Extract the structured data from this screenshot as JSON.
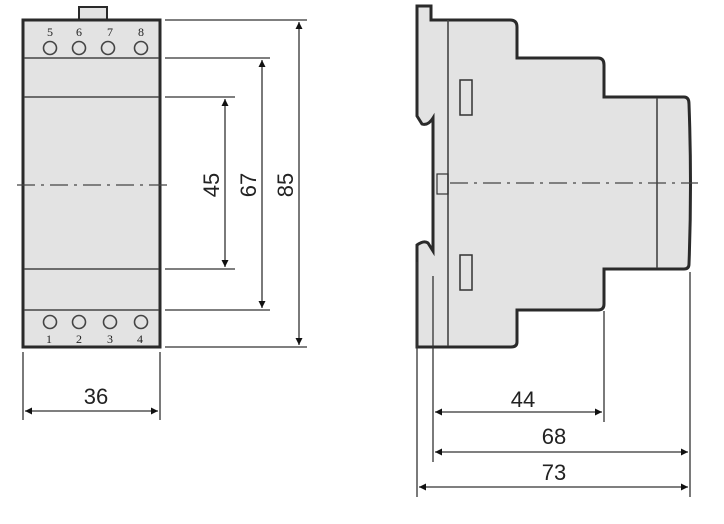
{
  "front_view": {
    "terminals_top": [
      "5",
      "6",
      "7",
      "8"
    ],
    "terminals_bottom": [
      "1",
      "2",
      "3",
      "4"
    ],
    "dimensions": {
      "inner": "45",
      "middle": "67",
      "height": "85",
      "width": "36"
    }
  },
  "side_view": {
    "dimensions": {
      "depth_step": "44",
      "depth_front": "68",
      "depth_total": "73"
    }
  },
  "colors": {
    "body": "#e3e3e3",
    "outline": "#2a2a2a"
  }
}
